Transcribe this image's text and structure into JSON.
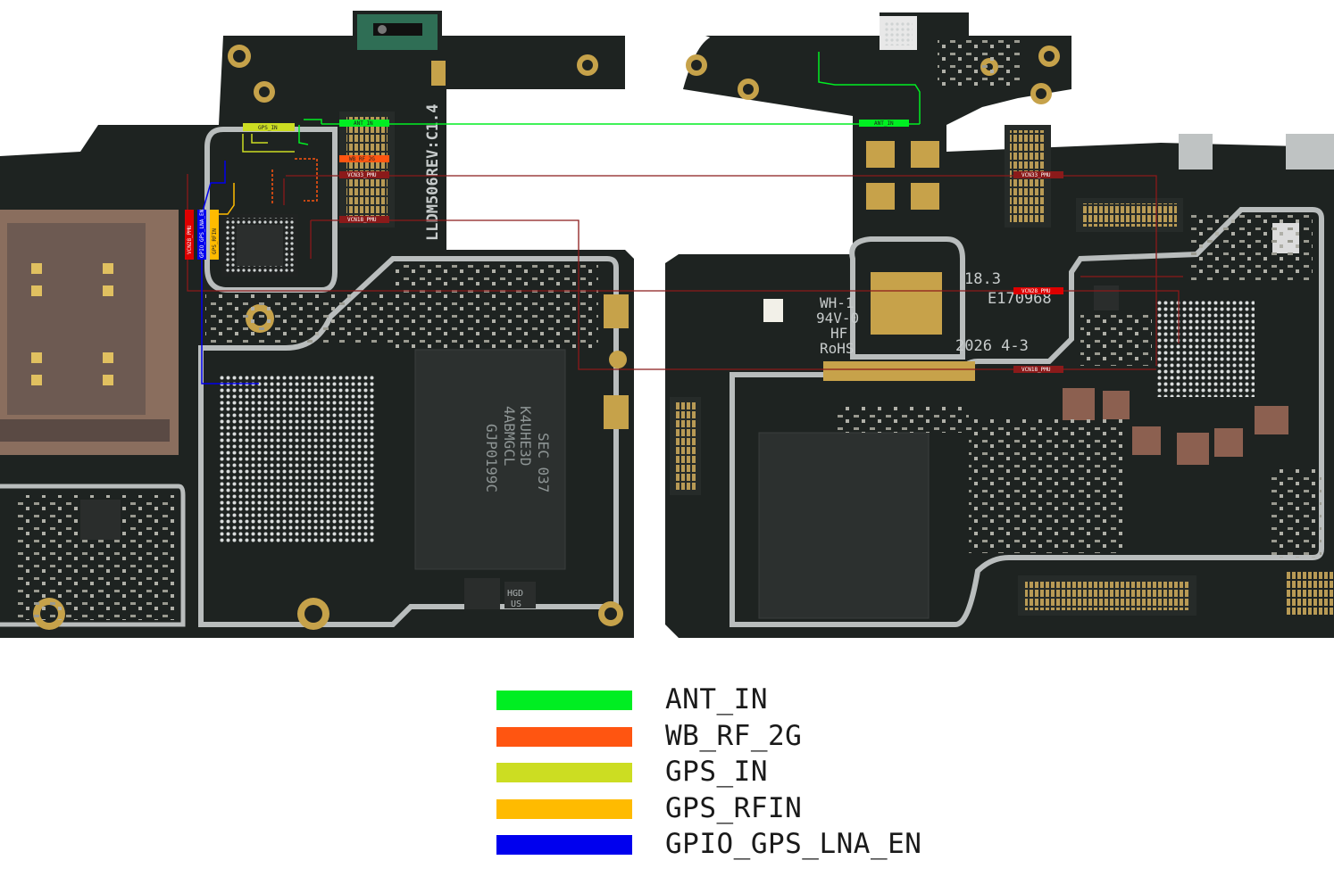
{
  "colors": {
    "ANT_IN": "#00ee22",
    "WB_RF_2G": "#ff5511",
    "GPS_IN": "#ccdd22",
    "GPS_RFIN": "#ffbb00",
    "GPIO_GPS_LNA_EN": "#0000ee",
    "power": "#8b1a1a",
    "board": "#1e2321",
    "silk": "#c8cccc"
  },
  "legend": [
    {
      "label": "ANT_IN",
      "color": "#00ee22"
    },
    {
      "label": "WB_RF_2G",
      "color": "#ff5511"
    },
    {
      "label": "GPS_IN",
      "color": "#ccdd22"
    },
    {
      "label": "GPS_RFIN",
      "color": "#ffbb00"
    },
    {
      "label": "GPIO_GPS_LNA_EN",
      "color": "#0000ee"
    }
  ],
  "net_tags": {
    "gps_in": "GPS_IN",
    "ant_in_left": "ANT_IN",
    "ant_in_right": "ANT_IN",
    "wb_rf_2g": "WB_RF_2G",
    "vcn33_left": "VCN33_PMU",
    "vcn33_right": "VCN33_PMU",
    "vcn18_left": "VCN18_PMU",
    "vcn18_right": "VCN18_PMU",
    "vcn28_left": "VCN28_PMU",
    "vcn28_right": "VCN28_PMU",
    "gpio_vertical": "GPIO_GPS_LNA_EN",
    "gps_rfin_vertical": "GPS_RFIN"
  },
  "board_marks": {
    "rev": "LLDM506REV:C1.4",
    "chip_left_1": "K4UHE3D",
    "chip_left_2": "4ABMGCL",
    "chip_left_3": "SEC 037",
    "chip_left_4": "GJP0199C",
    "hgd": "HGD",
    "us": "US",
    "wh1": "WH-1",
    "rating": "94V-0",
    "hf": "HF",
    "rohs": "RoHS",
    "num_183": "18.3",
    "e_code": "E170968",
    "date": "2026 4-3"
  }
}
